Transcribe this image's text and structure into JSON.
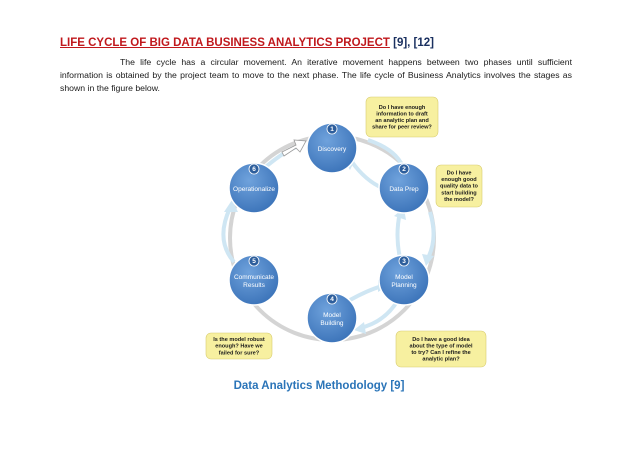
{
  "title": {
    "main": "LIFE CYCLE OF BIG DATA BUSINESS ANALYTICS PROJECT",
    "refs": "[9], [12]"
  },
  "paragraph": "The life cycle  has a circular movement. An iterative movement happens between two phases until sufficient information is obtained by the project team to move to the next phase. The life cycle of Business Analytics involves the stages as shown in the figure below.",
  "diagram": {
    "phases": [
      {
        "num": "1",
        "lines": [
          "Discovery"
        ]
      },
      {
        "num": "2",
        "lines": [
          "Data Prep"
        ]
      },
      {
        "num": "3",
        "lines": [
          "Model",
          "Planning"
        ]
      },
      {
        "num": "4",
        "lines": [
          "Model",
          "Building"
        ]
      },
      {
        "num": "5",
        "lines": [
          "Communicate",
          "Results"
        ]
      },
      {
        "num": "6",
        "lines": [
          "Operationalize"
        ]
      }
    ],
    "notes": [
      {
        "lines": [
          "Do I have enough",
          "information to draft",
          "an analytic plan and",
          "share for peer review?"
        ]
      },
      {
        "lines": [
          "Do I have",
          "enough good",
          "quality data to",
          "start building",
          "the model?"
        ]
      },
      {
        "lines": [
          "Do I have a good idea",
          "about the type of model",
          "to try? Can I refine the",
          "analytic plan?"
        ]
      },
      {
        "lines": [
          "Is the model robust",
          "enough? Have we",
          "failed for sure?"
        ]
      }
    ],
    "colors": {
      "node": "#4a84c8",
      "note": "#f7f0a0",
      "arrow": "#cde7f4",
      "ring": "#cfcfcf"
    }
  },
  "caption": "Data Analytics Methodology [9]"
}
